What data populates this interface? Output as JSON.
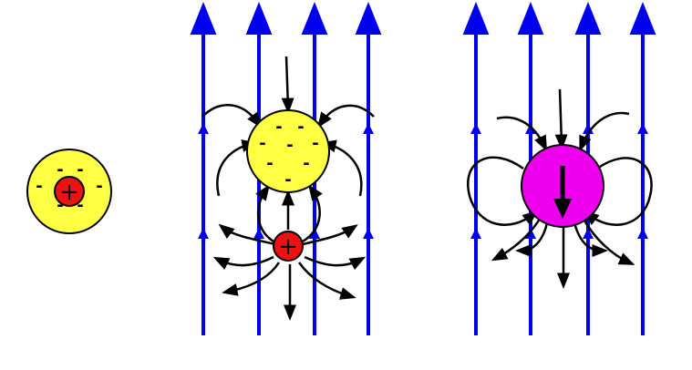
{
  "colors": {
    "field_line": "#0000ee",
    "electron_cloud": "#ffff44",
    "nucleus": "#ee1111",
    "dipole": "#ee00ee",
    "stroke": "#000000"
  },
  "symbols": {
    "plus": "+",
    "minus": "-"
  },
  "panels": [
    {
      "name": "isolated-atom",
      "icon": "neutral-atom",
      "electron_count": 6
    },
    {
      "name": "polarized-atom",
      "icon": "atom-in-field",
      "electron_count": 8,
      "field_line_count": 4
    },
    {
      "name": "induced-dipole",
      "icon": "dipole-in-field",
      "field_line_count": 4
    }
  ]
}
